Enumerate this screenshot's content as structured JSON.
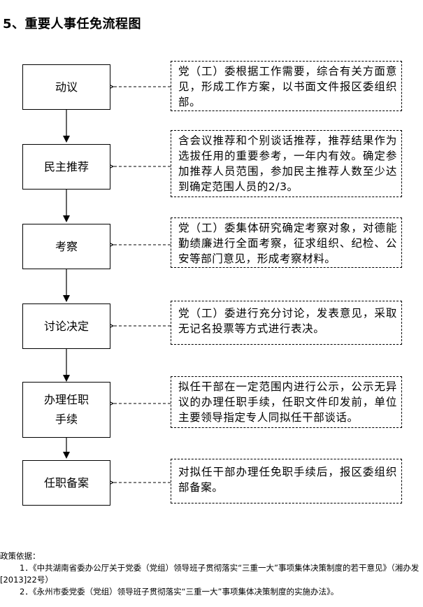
{
  "title": "5、重要人事任免流程图",
  "steps": [
    {
      "label": "动议",
      "note": "党（工）委根据工作需要，综合有关方面意见，形成工作方案，以书面文件报区委组织部。"
    },
    {
      "label": "民主推荐",
      "note": "含会议推荐和个别谈话推荐，推荐结果作为选拔任用的重要参考，一年内有效。确定参加推荐人员范围，参加民主推荐人数至少达到确定范围人员的2/3。"
    },
    {
      "label": "考察",
      "note": "党（工）委集体研究确定考察对象，对德能勤绩廉进行全面考察，征求组织、纪检、公安等部门意见，形成考察材料。"
    },
    {
      "label": "讨论决定",
      "note": "党（工）委进行充分讨论，发表意见，采取无记名投票等方式进行表决。"
    },
    {
      "label_line1": "办理任职",
      "label_line2": "手续",
      "note": "拟任干部在一定范围内进行公示，公示无异议的办理任职手续，任职文件印发前，单位主要领导指定专人同拟任干部谈话。"
    },
    {
      "label": "任职备案",
      "note": "对拟任干部办理任免职手续后，报区委组织部备案。"
    }
  ],
  "policy": {
    "heading": "政策依据：",
    "item1": "1．《中共湖南省委办公厅关于党委（党组）领导班子贯彻落实“三重一大”事项集体决策制度的若干意见》（湘办发[2013]22号）",
    "item2": "2．《永州市委党委（党组）领导班子贯彻落实“三重一大”事项集体决策制度的实施办法》。"
  }
}
